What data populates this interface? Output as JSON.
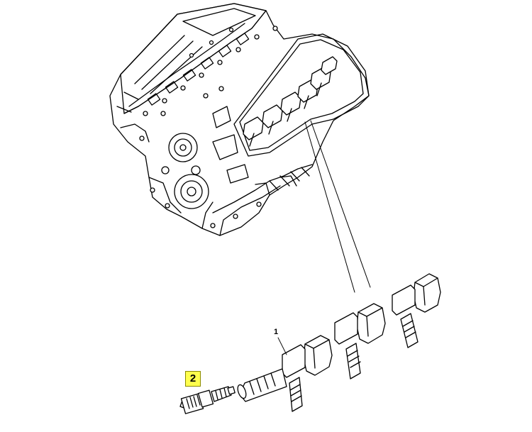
{
  "callouts": {
    "ignition_coil_label": "1",
    "spark_plug_label": "2"
  },
  "colors": {
    "line": "#000000",
    "background": "#ffffff",
    "highlight": "#ffff4d"
  },
  "icons": [
    "engine-block-drawing",
    "ignition-coil-drawing",
    "spark-plug-drawing"
  ]
}
